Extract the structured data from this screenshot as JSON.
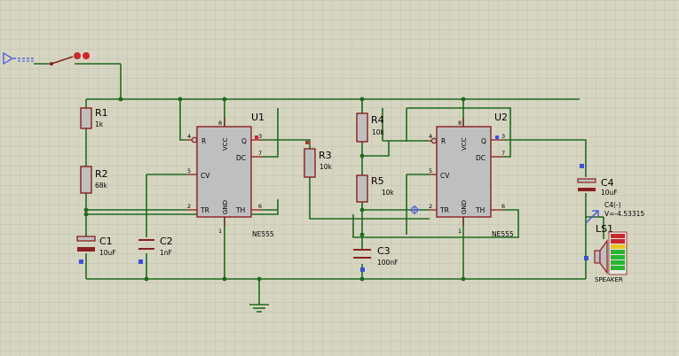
{
  "labels": {
    "r1_ref": "R1",
    "r1_val": "1k",
    "r2_ref": "R2",
    "r2_val": "68k",
    "c1_ref": "C1",
    "c1_val": "10uF",
    "c2_ref": "C2",
    "c2_val": "1nF",
    "u1_ref": "U1",
    "u1_part": "NE555",
    "r3_ref": "R3",
    "r3_val": "10k",
    "r4_ref": "R4",
    "r4_val": "10k",
    "r5_ref": "R5",
    "r5_val": "10k",
    "c3_ref": "C3",
    "c3_val": "100nF",
    "u2_ref": "U2",
    "u2_part": "NE555",
    "c4_ref": "C4",
    "c4_val": "10uF",
    "probe_name": "C4(-)",
    "probe_value": "V=-4.53315",
    "ls1_ref": "LS1",
    "ls1_name": "SPEAKER"
  },
  "pins": {
    "r": "R",
    "vcc": "VCC",
    "q": "Q",
    "dc": "DC",
    "cv": "CV",
    "tr": "TR",
    "gnd": "GND",
    "th": "TH",
    "n1": "1",
    "n2": "2",
    "n3": "3",
    "n4": "4",
    "n5": "5",
    "n6": "6",
    "n7": "7",
    "n8": "8"
  },
  "colors": {
    "background": "#d6d5c2",
    "grid": "#c2c1ae",
    "wire": "#1e6a1e",
    "body": "#c0bfbf",
    "outline": "#8a1f1f",
    "terminal": "#c8282d",
    "probe_marker": "#3a4fe0"
  },
  "icons": [
    "switch-icon",
    "ground-icon",
    "probe-icon",
    "speaker-icon",
    "terminal-icon"
  ]
}
